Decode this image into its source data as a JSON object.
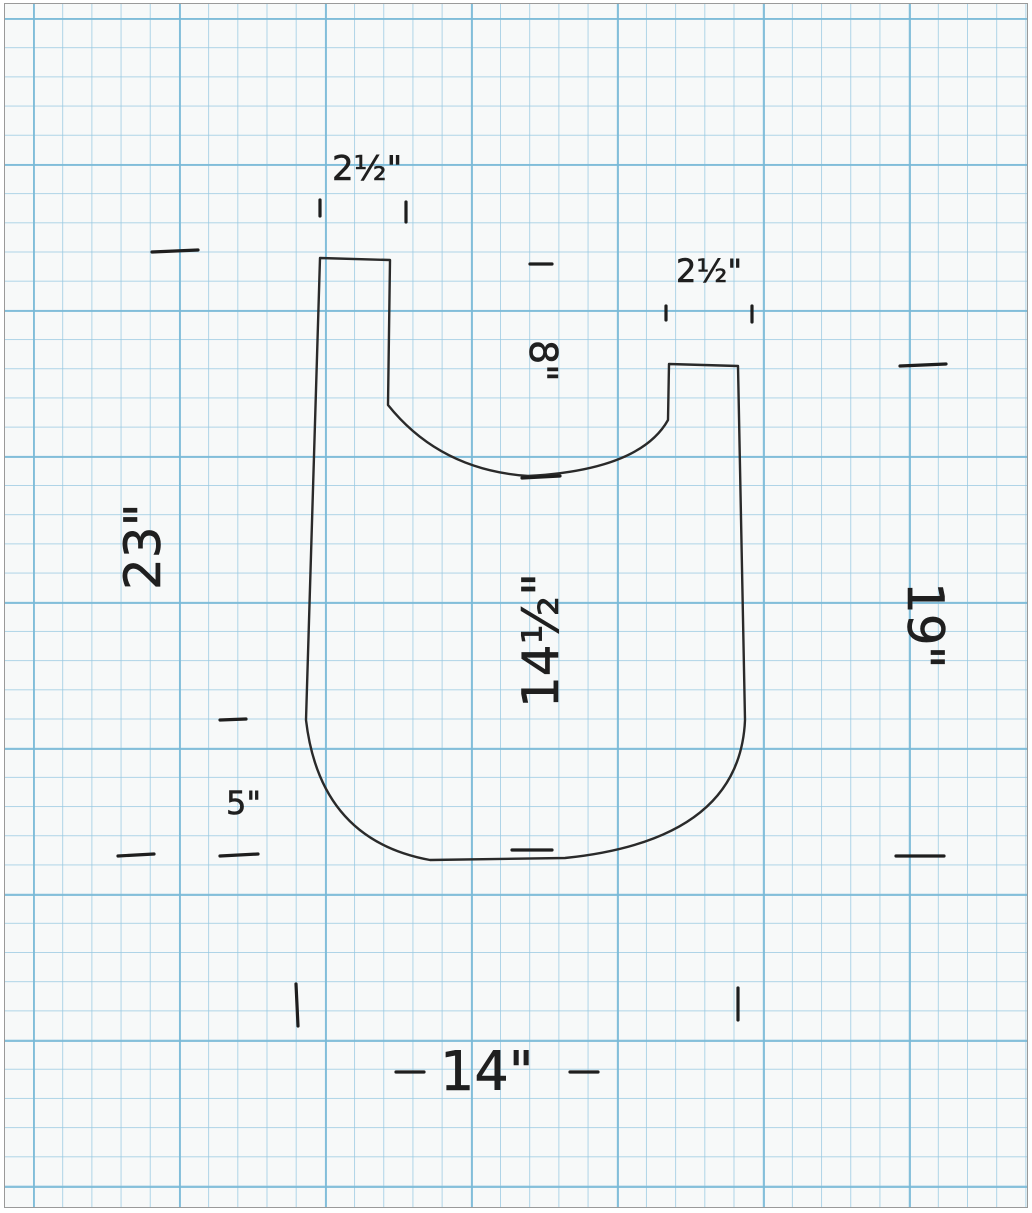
{
  "diagram": {
    "ink_color": "#2a2a2a",
    "grid_color": "#78b9d7",
    "paper_color": "#f7f9f9",
    "dimensions": {
      "left_handle_width": "2½\"",
      "right_handle_width": "2½\"",
      "handle_depth": "8\"",
      "total_height": "23\"",
      "right_side_height": "19\"",
      "body_height": "14½\"",
      "bottom_curve_height": "5\"",
      "total_width": "14\""
    }
  }
}
